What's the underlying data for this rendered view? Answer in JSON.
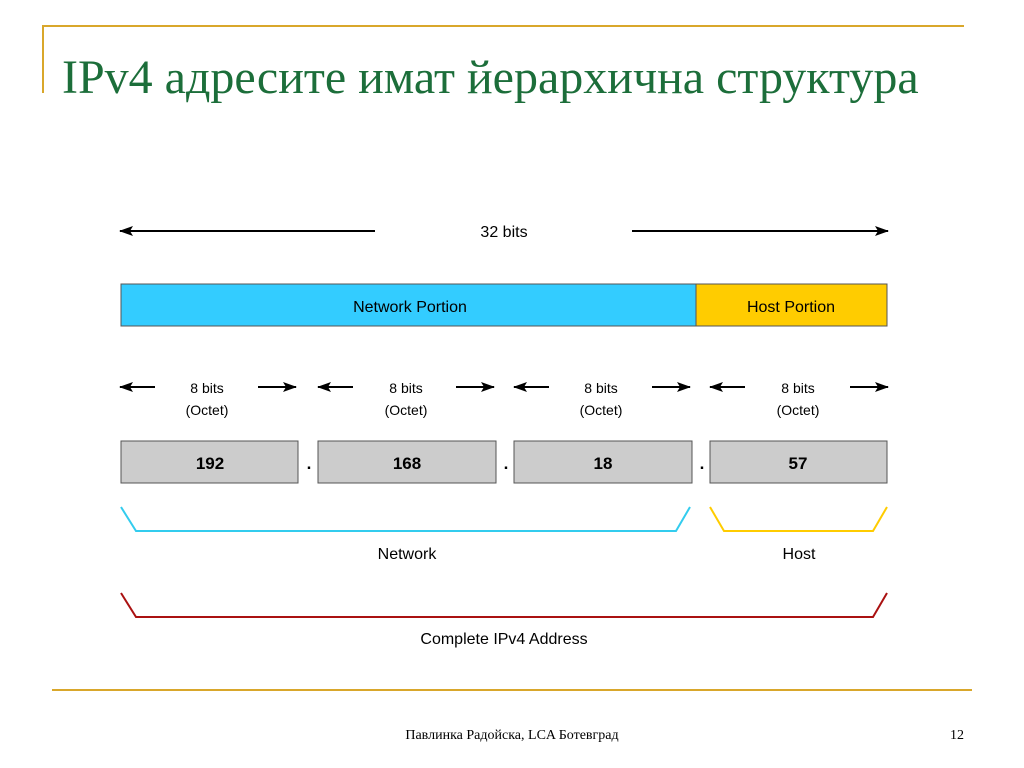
{
  "slide": {
    "title": "IPv4 адресите имат йерархична структура",
    "footer": "Павлинка Радойска, LCA Ботевград",
    "page_number": "12"
  },
  "diagram": {
    "total_bits_label": "32 bits",
    "network_portion_label": "Network Portion",
    "host_portion_label": "Host Portion",
    "octet_bits_label": "8 bits",
    "octet_caption": "(Octet)",
    "octets": [
      "192",
      "168",
      "18",
      "57"
    ],
    "separator": ".",
    "network_label": "Network",
    "host_label": "Host",
    "complete_label": "Complete IPv4 Address"
  },
  "colors": {
    "title": "#1c6e3a",
    "frame": "#d9a72b",
    "network_fill": "#33ccff",
    "host_fill": "#ffcc00",
    "octet_fill": "#cccccc",
    "network_bracket": "#33ccee",
    "host_bracket": "#ffcc00",
    "complete_bracket": "#aa1111"
  }
}
